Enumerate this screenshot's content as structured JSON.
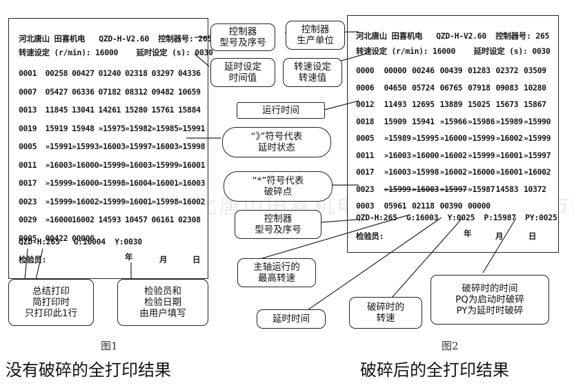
{
  "fig1": {
    "header1": "河北唐山 田喜机电   QZD-H-V2.60  控制器号: 265",
    "header2": "转速设定 (r/min): 16000    延时设定 (s): 0030",
    "rows": [
      [
        "0001",
        "00258",
        "00427",
        "01240",
        "02318",
        "03297",
        "04336"
      ],
      [
        "0007",
        "05427",
        "06336",
        "07182",
        "08312",
        "09482",
        "10659"
      ],
      [
        "0013",
        "11845",
        "13041",
        "14261",
        "15280",
        "15761",
        "15884"
      ],
      [
        "0019",
        "15919",
        "15948",
        "»15975",
        "»15982",
        "»15985",
        "»15991"
      ],
      [
        "0005",
        "»15991",
        "»15993",
        "»16003",
        "»15997",
        "»16003",
        "»15998"
      ],
      [
        "0011",
        "»16003",
        "»16000",
        "»15999",
        "»16003",
        "»15999",
        "»16001"
      ],
      [
        "0017",
        "»15999",
        "»16000",
        "»15998",
        "»16004",
        "»16001",
        "»16003"
      ],
      [
        "0023",
        "»15999",
        "»16002",
        "»15999",
        "»16001",
        "»15998",
        "»16002"
      ],
      [
        "0029",
        "»16000",
        "16002",
        "14593",
        "10457",
        "06161",
        "02308"
      ],
      [
        "0005",
        "00422",
        "00000"
      ]
    ],
    "summary": "QZD-H:265   G:16004  Y:0030",
    "inspector": "检验员:",
    "year": "年",
    "month": "月",
    "day": "日",
    "label": "图1",
    "caption": "没有破碎的全打印结果"
  },
  "fig2": {
    "header1": "河北唐山 田喜机电   QZD-H-V2.60  控制器号: 265",
    "header2": "转速设定 (r/min): 16000    延时设定 (s): 0030",
    "rows": [
      [
        "0000",
        "00000",
        "00246",
        "00439",
        "01283",
        "02372",
        "03509"
      ],
      [
        "0006",
        "04650",
        "05724",
        "06765",
        "07918",
        "09083",
        "10280"
      ],
      [
        "0012",
        "11493",
        "12695",
        "13889",
        "15025",
        "15673",
        "15867"
      ],
      [
        "0018",
        "15909",
        "15941",
        "»15966",
        "»15986",
        "»15989",
        "»15990"
      ],
      [
        "0005",
        "»15989",
        "»15995",
        "»16000",
        "»15999",
        "»16002",
        "»15999"
      ],
      [
        "0011",
        "»16003",
        "»16000",
        "»16002",
        "»15999",
        "»16001",
        "»15997"
      ],
      [
        "0017",
        "»16003",
        "»15998",
        "»16002",
        "»16000",
        "»16001",
        "»16002"
      ],
      [
        "0023",
        "»15999",
        "»16003",
        "»15997",
        "»15987",
        "14583",
        "10372"
      ],
      [
        "0003",
        "05961",
        "02118",
        "00390",
        "00000"
      ]
    ],
    "summary": "QZD-H:265  G:16003  Y:0025  P:15987  PY:0025",
    "inspector": "检验员:",
    "year": "年",
    "month": "月",
    "day": "日",
    "label": "图2",
    "caption": "破碎后的全打印结果"
  },
  "callouts": {
    "model_serial_1": [
      "控制器",
      "型号及序号"
    ],
    "delay_value": [
      "延时设定",
      "时间值"
    ],
    "manufacturer": [
      "控制器",
      "生产单位"
    ],
    "speed_value": [
      "转速设定",
      "转速值"
    ],
    "run_time": [
      "运行时间"
    ],
    "delay_symbol": [
      "“》”符号代表",
      "延时状态"
    ],
    "break_symbol": [
      "“*”符号代表",
      "破碎点"
    ],
    "model_serial_2": [
      "控制器",
      "型号及序号"
    ],
    "max_speed": [
      "主轴运行的",
      "最高转速"
    ],
    "delay_time": [
      "延时时间"
    ],
    "break_speed": [
      "破碎时的",
      "转速"
    ],
    "break_time": [
      "破碎时的时间",
      "PQ为启动时破碎",
      "PY为延时时破碎"
    ],
    "summary_note": [
      "总结打印",
      "简打印时",
      "只打印此1行"
    ],
    "inspector_note": [
      "检验员和",
      "检验日期",
      "由用户填写"
    ]
  },
  "watermark": "河北唐山田喜机电沙流河田喜机电门市部"
}
